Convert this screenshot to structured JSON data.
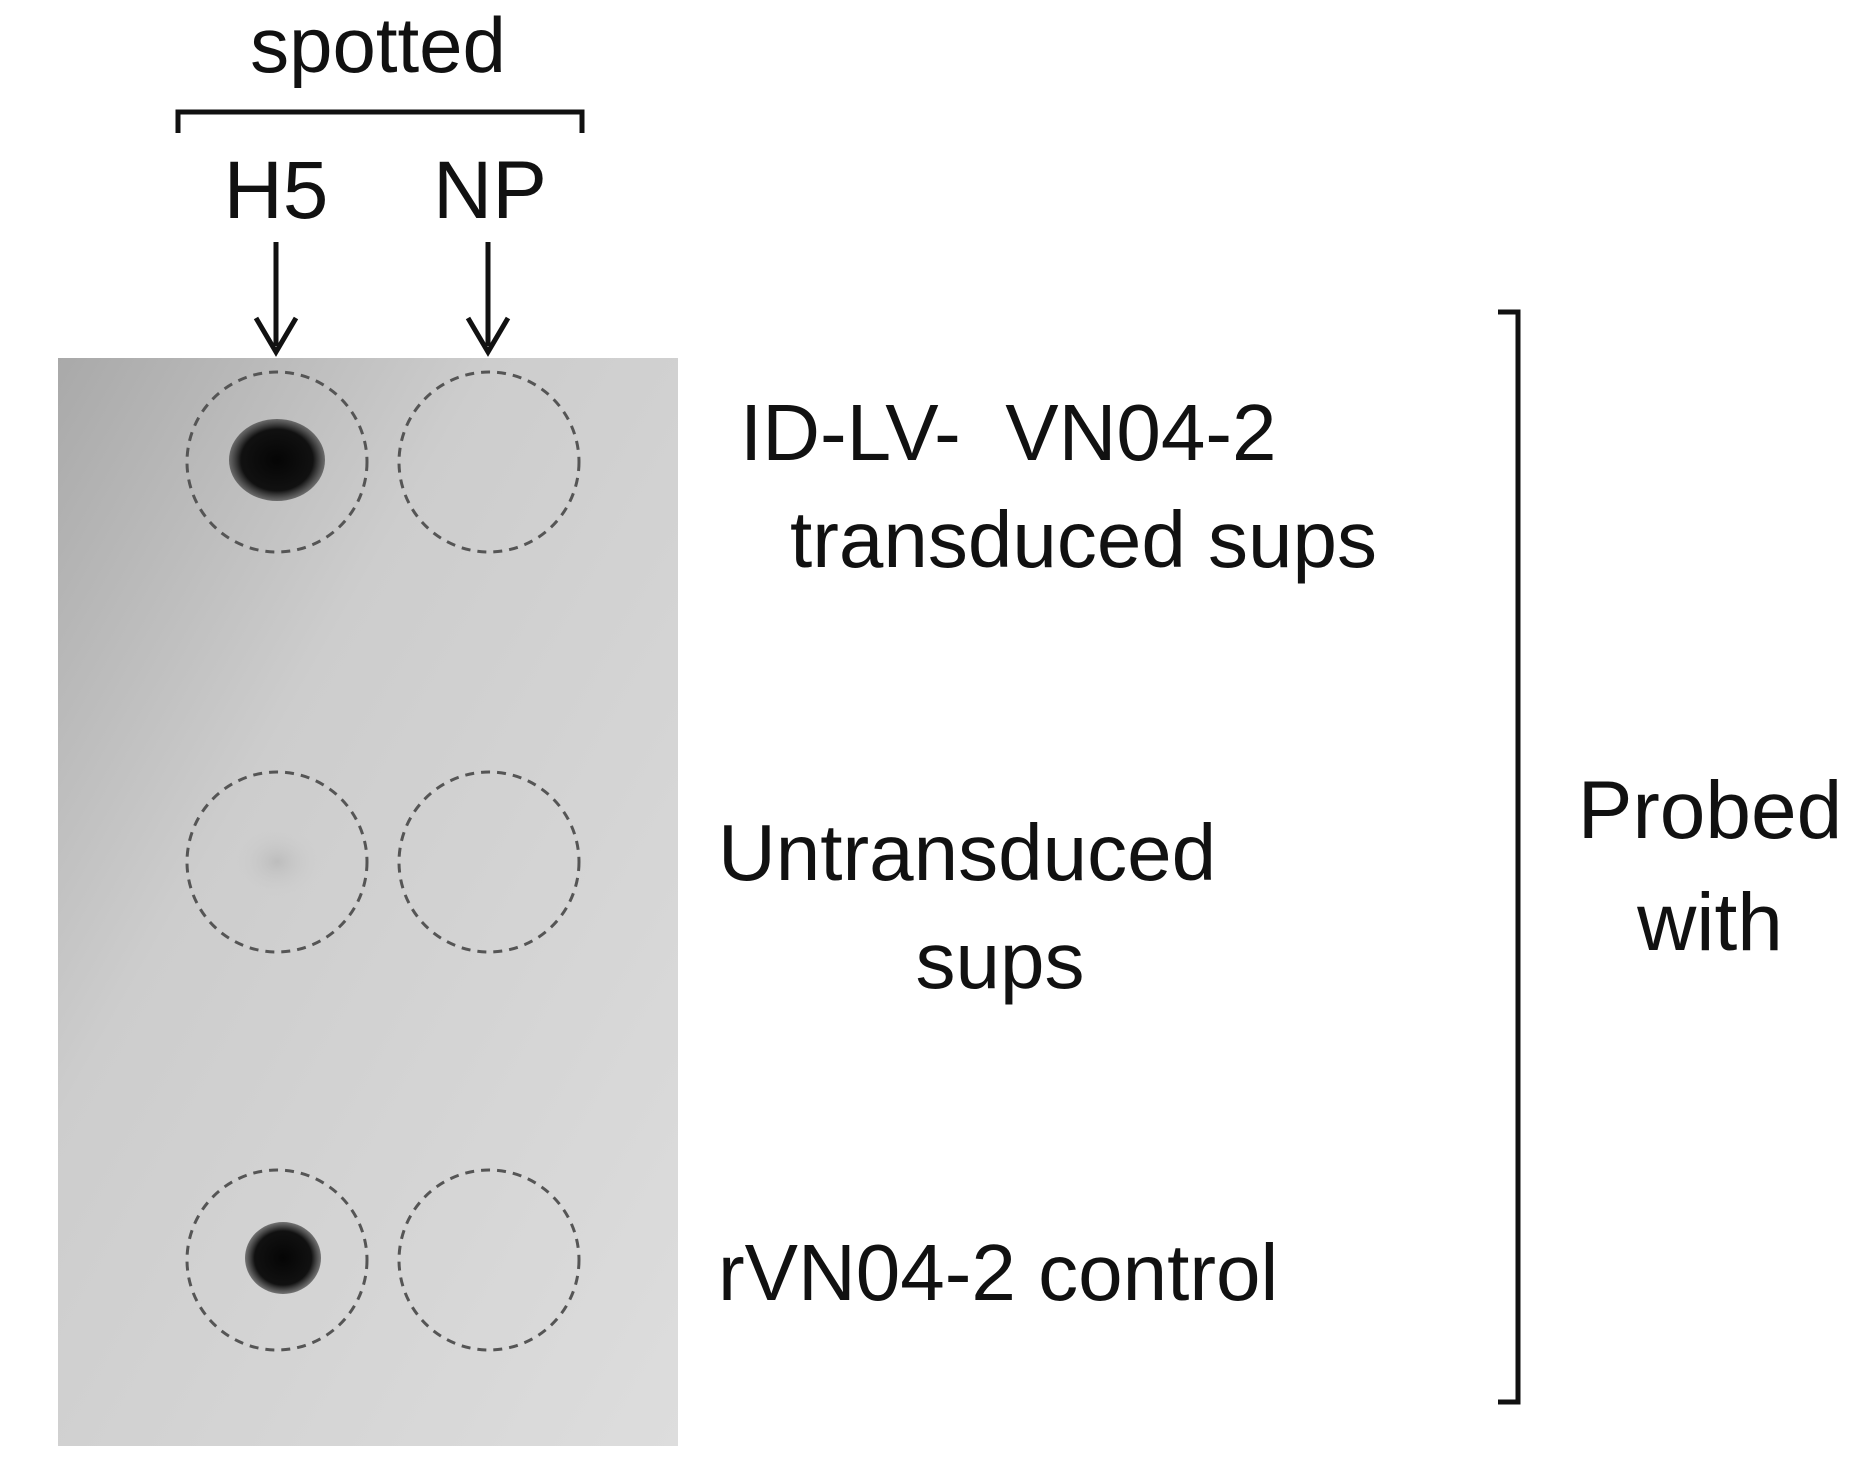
{
  "header": {
    "spotted_label": "spotted",
    "columns": [
      "H5",
      "NP"
    ]
  },
  "rows": [
    {
      "label_lines": [
        "ID-LV-  VN04-2",
        "transduced sups"
      ],
      "spots": [
        0.95,
        0.0
      ]
    },
    {
      "label_lines": [
        "Untransduced",
        "sups"
      ],
      "spots": [
        0.05,
        0.0
      ]
    },
    {
      "label_lines": [
        "rVN04-2 control"
      ],
      "spots": [
        0.9,
        0.0
      ]
    }
  ],
  "probe": {
    "label_lines": [
      "Probed",
      "with"
    ]
  },
  "colors": {
    "membrane_light": "#d4d4d4",
    "membrane_dark": "#a9a9a9",
    "spot": "#0d0d0d",
    "outline": "#555555",
    "text": "#111111"
  }
}
